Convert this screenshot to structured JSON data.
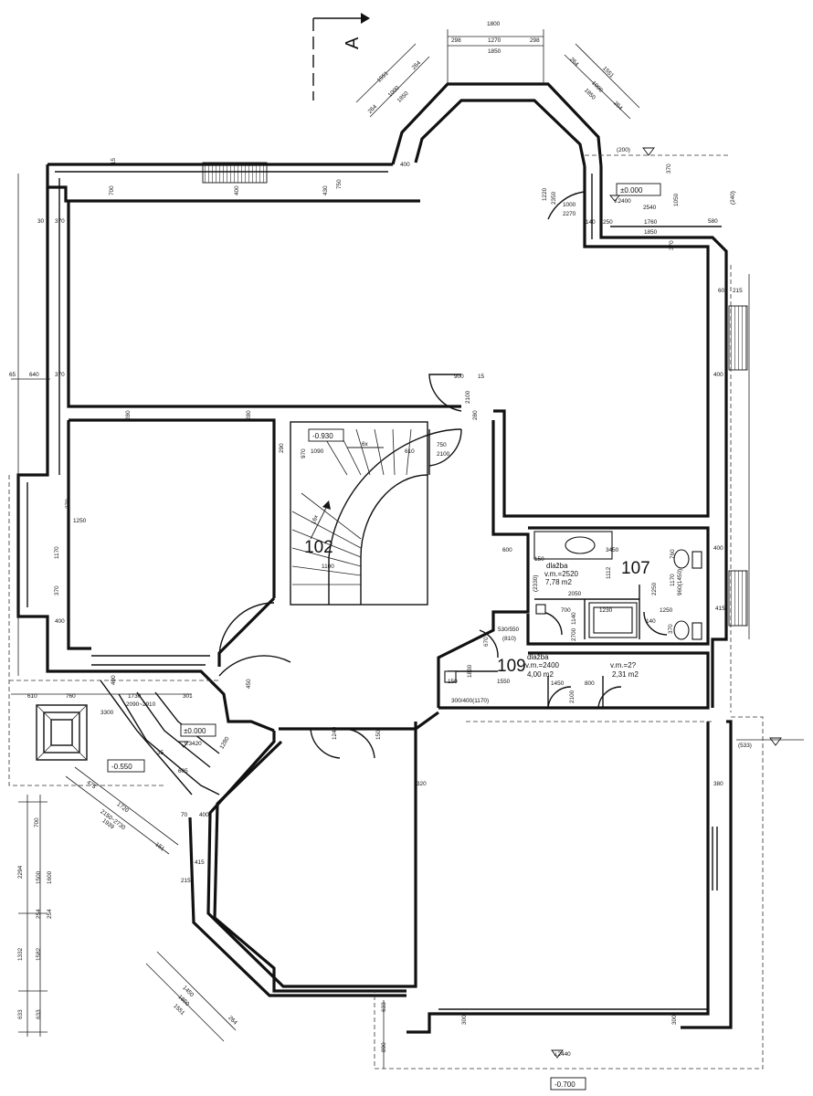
{
  "section_marker": "A",
  "levels": {
    "terrace_ne": "±0.000",
    "stair_landing": "-0.930",
    "entrance": "±0.000",
    "entrance_step": "-0.550",
    "bottom": "-0.700"
  },
  "rooms": {
    "r102": {
      "number": "102"
    },
    "r107": {
      "number": "107",
      "name": "dlažba",
      "height": "v.m.=2520",
      "area": "7,78 m2"
    },
    "r109": {
      "number": "109",
      "name": "dlažba",
      "height": "v.m.=2400",
      "area": "4,00 m2"
    },
    "r_wc": {
      "height": "v.m.=2?",
      "area": "2,31 m2"
    }
  },
  "dimensions": {
    "top": [
      "1800",
      "298",
      "1270",
      "298",
      "1850"
    ],
    "bay_left": [
      "1551",
      "264",
      "1000",
      "1850",
      "264"
    ],
    "bay_right": [
      "1551",
      "264",
      "1000",
      "1850",
      "264"
    ],
    "north_wall": [
      "15",
      "700",
      "400",
      "430",
      "750",
      "400"
    ],
    "terrace": [
      "(200)",
      "370",
      "1220",
      "2350",
      "1000",
      "2270",
      "2540",
      "v.2400",
      "1850",
      "1760",
      "250",
      "140",
      "1050",
      "580",
      "(240)",
      "370"
    ],
    "west": [
      "30",
      "370",
      "65",
      "640",
      "370",
      "370",
      "1250",
      "1170",
      "370",
      "400"
    ],
    "east": [
      "60",
      "215",
      "400",
      "400",
      "415"
    ],
    "stair": [
      "900",
      "15",
      "2100",
      "280",
      "970",
      "1090",
      "610",
      "6x",
      "750",
      "2100",
      "16x",
      "1100",
      "290",
      "280",
      "280"
    ],
    "bath": [
      "3450",
      "1112",
      "150",
      "(2330)",
      "2050",
      "700",
      "1230",
      "1140",
      "2700",
      "2250",
      "1170",
      "760",
      "960(1450)",
      "140",
      "1250",
      "370",
      "600"
    ],
    "r109_dims": [
      "530/550",
      "(810)",
      "670",
      "1550",
      "1450",
      "800",
      "2100",
      "300/400(1170)",
      "1830",
      "150",
      "450"
    ],
    "entry": [
      "610",
      "760",
      "1730",
      "301",
      "3300",
      "2090~2910",
      "400",
      "v.3420",
      "1280",
      "35",
      "605",
      "475",
      "1720",
      "2150~2730",
      "1939",
      "151",
      "70",
      "400",
      "1240",
      "150"
    ],
    "south_left": [
      "700",
      "2294",
      "1500",
      "1600",
      "254",
      "254",
      "1332",
      "1582",
      "633",
      "633"
    ],
    "bay_sw": [
      "415",
      "215",
      "1450",
      "1850",
      "1551",
      "264"
    ],
    "south_right": [
      "320",
      "380",
      "(533)",
      "633",
      "890",
      "v.2440",
      "300",
      "300"
    ]
  }
}
